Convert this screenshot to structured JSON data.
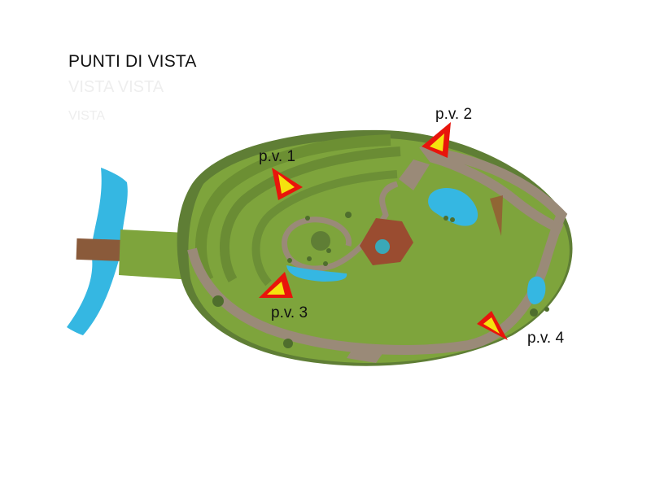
{
  "title": "PUNTI DI VISTA",
  "ghost_text": [
    "VISTA VISTA",
    "VISTA"
  ],
  "viewpoints": [
    {
      "id": "pv1",
      "label": "p.v. 1"
    },
    {
      "id": "pv2",
      "label": "p.v. 2"
    },
    {
      "id": "pv3",
      "label": "p.v. 3"
    },
    {
      "id": "pv4",
      "label": "p.v. 4"
    }
  ],
  "colors": {
    "lawn": "#7ea43c",
    "lawn_dark": "#5f7e35",
    "path": "#9a8a78",
    "water": "#35b7e2",
    "pavilion": "#9a4c30",
    "marker_outer": "#e8140c",
    "marker_inner": "#f5e20e",
    "bridge": "#8a5a3a"
  },
  "icons": {
    "marker": "viewpoint-triangle-icon",
    "tree": "tree-dot-icon"
  }
}
